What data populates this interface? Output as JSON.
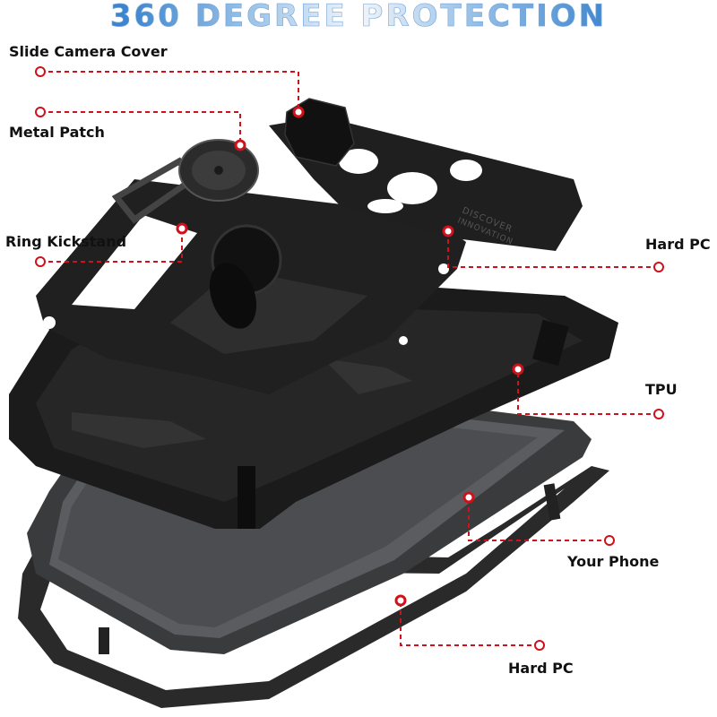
{
  "title": "360 DEGREE PROTECTION",
  "callouts": [
    {
      "label": "Slide Camera Cover"
    },
    {
      "label": "Metal Patch"
    },
    {
      "label": "Ring Kickstand"
    },
    {
      "label": "Hard PC"
    },
    {
      "label": "TPU"
    },
    {
      "label": "Your Phone"
    },
    {
      "label": "Hard PC"
    }
  ],
  "product_emboss": {
    "line1": "DISCOVER",
    "line2": "INNOVATION"
  },
  "colors": {
    "callout": "#d0101a",
    "title": "#3d86cf",
    "case": "#1a1a1a"
  }
}
